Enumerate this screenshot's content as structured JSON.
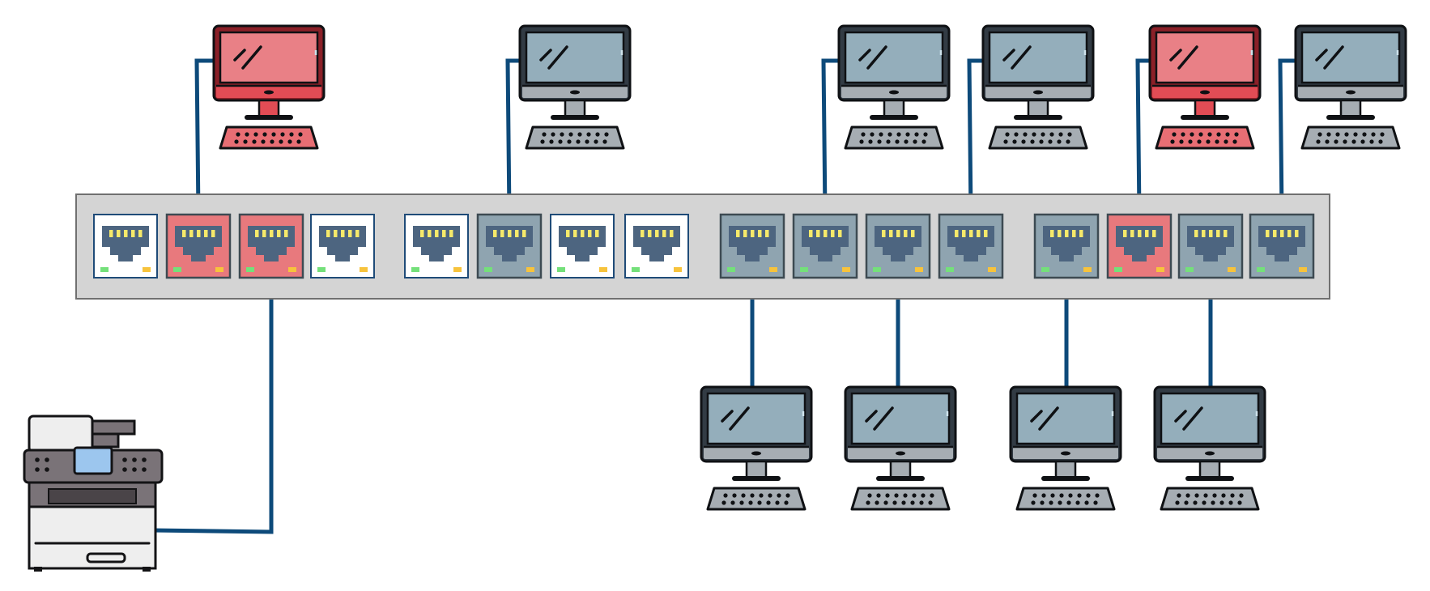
{
  "colors": {
    "background": "#ffffff",
    "switch_body": "#d4d4d4",
    "switch_border": "#707070",
    "cable": "#0d4a7a",
    "port_white": "#ffffff",
    "port_white_border": "#1f4b78",
    "port_gray": "#8fa4b0",
    "port_red": "#e8797d",
    "port_dark_border": "#3d4a52",
    "jack": "#4d6580",
    "pins": "#f6e96a",
    "led_green": "#74e07a",
    "led_amber": "#f7c33c",
    "monitor_frame": "#323b44",
    "monitor_screen_gray": "#94aebb",
    "monitor_bezel_gray": "#a6adb3",
    "monitor_frame_red": "#8b2028",
    "monitor_screen_red": "#e98086",
    "monitor_bezel_red": "#e24c55",
    "keyboard_gray": "#a6adb3",
    "keyboard_red": "#e86e74",
    "printer_body": "#eeeeee",
    "printer_dark": "#7a7378",
    "printer_screen": "#9cc6ee"
  },
  "icons": {
    "computer": "desktop-computer-icon",
    "printer": "printer-icon",
    "port": "ethernet-port-icon"
  },
  "switch": {
    "port_groups": [
      [
        "white",
        "red",
        "red",
        "white"
      ],
      [
        "white",
        "gray",
        "white",
        "white"
      ],
      [
        "gray",
        "gray",
        "gray",
        "gray"
      ],
      [
        "gray",
        "red",
        "gray",
        "gray"
      ]
    ]
  },
  "devices": {
    "computers_top": [
      {
        "id": "pc-top-1",
        "color": "red",
        "port": 2
      },
      {
        "id": "pc-top-2",
        "color": "gray",
        "port": 6
      },
      {
        "id": "pc-top-3",
        "color": "gray",
        "port": 10
      },
      {
        "id": "pc-top-4",
        "color": "gray",
        "port": 12
      },
      {
        "id": "pc-top-5",
        "color": "red",
        "port": 14
      },
      {
        "id": "pc-top-6",
        "color": "gray",
        "port": 16
      }
    ],
    "computers_bottom": [
      {
        "id": "pc-bottom-1",
        "color": "gray",
        "port": 9
      },
      {
        "id": "pc-bottom-2",
        "color": "gray",
        "port": 11
      },
      {
        "id": "pc-bottom-3",
        "color": "gray",
        "port": 13
      },
      {
        "id": "pc-bottom-4",
        "color": "gray",
        "port": 15
      }
    ],
    "printer": {
      "id": "printer-1",
      "port": 3
    }
  }
}
